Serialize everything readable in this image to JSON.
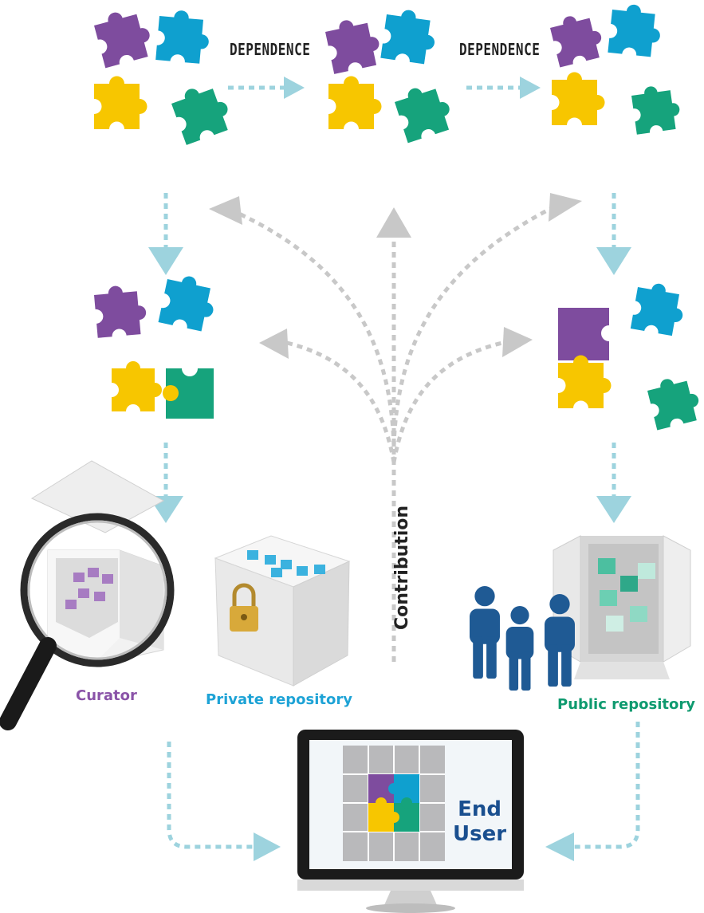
{
  "colors": {
    "purple": "#7e4c9e",
    "blue": "#0fa0cf",
    "yellow": "#f7c600",
    "green": "#16a37c",
    "arrow_teal": "#9dd3de",
    "arrow_gray": "#c8c8c8",
    "curator_text": "#8a53a8",
    "private_text": "#1ea3d6",
    "public_text": "#0e9a6f",
    "end_user_text": "#1a4f8f",
    "person_blue": "#1f5a94"
  },
  "labels": {
    "dependence_1": "DEPENDENCE",
    "dependence_2": "DEPENDENCE",
    "contribution": "Contribution",
    "curator": "Curator",
    "private_repository": "Private repository",
    "public_repository": "Public repository",
    "end_user_line1": "End",
    "end_user_line2": "User"
  },
  "icons": [
    "puzzle-piece-icon",
    "magnifying-glass-icon",
    "padlock-icon",
    "person-icon",
    "monitor-icon",
    "box-icon"
  ]
}
